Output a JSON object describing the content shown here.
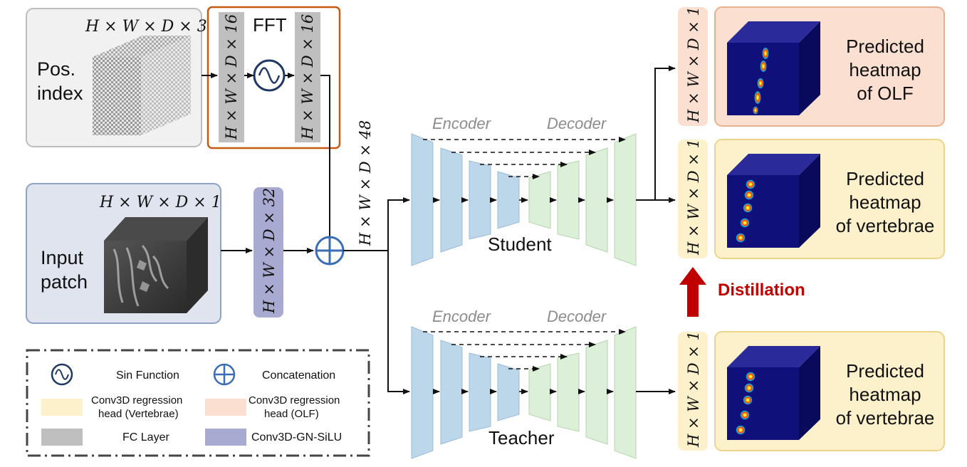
{
  "pos_index": {
    "dims": "H × W × D × 3",
    "label_line1": "Pos.",
    "label_line2": "index"
  },
  "fft": {
    "title": "FFT",
    "fc1": "H × W × D × 16",
    "fc2": "H × W × D × 16"
  },
  "input_patch": {
    "dims": "H × W × D × 1",
    "label_line1": "Input",
    "label_line2": "patch"
  },
  "conv_block": {
    "dims": "H × W × D × 32"
  },
  "concat_dims": "H × W × D × 48",
  "student": {
    "encoder": "Encoder",
    "decoder": "Decoder",
    "name": "Student"
  },
  "teacher": {
    "encoder": "Encoder",
    "decoder": "Decoder",
    "name": "Teacher"
  },
  "distillation": "Distillation",
  "outputs": [
    {
      "dims": "H × W × D × 1",
      "line1": "Predicted",
      "line2": "heatmap",
      "line3": "of OLF"
    },
    {
      "dims": "H × W × D × 1",
      "line1": "Predicted",
      "line2": "heatmap",
      "line3": "of vertebrae"
    },
    {
      "dims": "H × W × D × 1",
      "line1": "Predicted",
      "line2": "heatmap",
      "line3": "of vertebrae"
    }
  ],
  "legend": {
    "sin": "Sin Function",
    "concat": "Concatenation",
    "vert_head_1": "Conv3D regression",
    "vert_head_2": "head (Vertebrae)",
    "olf_head_1": "Conv3D regression",
    "olf_head_2": "head (OLF)",
    "fc": "FC Layer",
    "conv": "Conv3D-GN-SiLU"
  },
  "colors": {
    "encoder": "#bcd6ea",
    "decoder": "#dcefd8",
    "fc": "#bfbfbf",
    "conv": "#a9aad1",
    "olf_head": "#fbe0d2",
    "vert_head": "#fdf1cc",
    "distill": "#c00000",
    "concat": "#3a6db5",
    "heatmap_bg": "#10107a"
  }
}
